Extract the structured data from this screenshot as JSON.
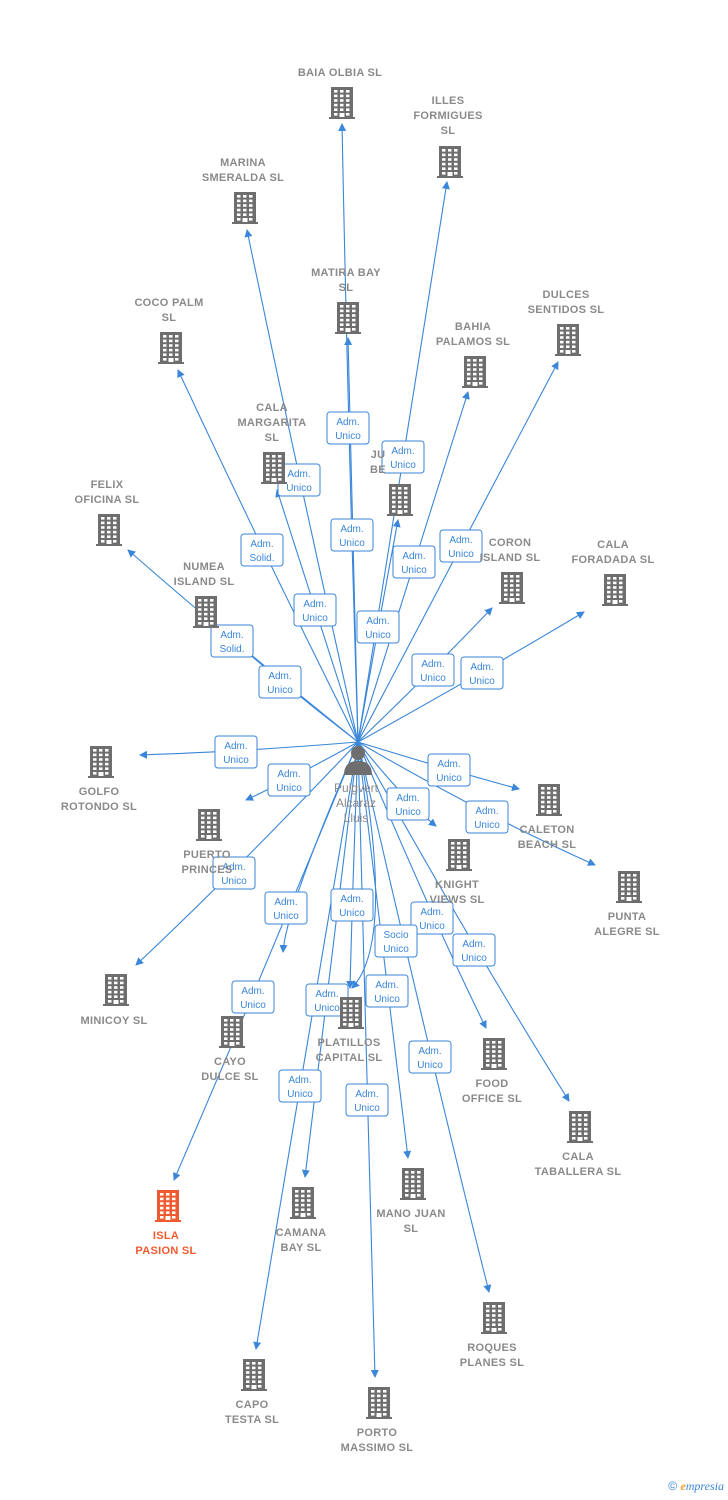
{
  "center": {
    "label": [
      "Puigvert",
      "Alcaraz",
      "Lluis"
    ]
  },
  "companies": [
    {
      "id": "baia",
      "label": [
        "BAIA OLBIA  SL"
      ]
    },
    {
      "id": "illes",
      "label": [
        "ILLES",
        "FORMIGUES",
        "SL"
      ]
    },
    {
      "id": "marina",
      "label": [
        "MARINA",
        "SMERALDA  SL"
      ]
    },
    {
      "id": "matira",
      "label": [
        "MATIRA BAY",
        "SL"
      ]
    },
    {
      "id": "dulces",
      "label": [
        "DULCES",
        "SENTIDOS  SL"
      ]
    },
    {
      "id": "coco",
      "label": [
        "COCO PALM",
        "SL"
      ]
    },
    {
      "id": "bahia",
      "label": [
        "BAHIA",
        "PALAMOS  SL"
      ]
    },
    {
      "id": "margarita",
      "label": [
        "CALA",
        "MARGARITA",
        "SL"
      ]
    },
    {
      "id": "jubeach",
      "label": [
        "JU",
        "BE"
      ]
    },
    {
      "id": "felix",
      "label": [
        "FELIX",
        "OFICINA SL"
      ]
    },
    {
      "id": "coron",
      "label": [
        "CORON",
        "ISLAND  SL"
      ]
    },
    {
      "id": "foradada",
      "label": [
        "CALA",
        "FORADADA  SL"
      ]
    },
    {
      "id": "numea",
      "label": [
        "NUMEA",
        "ISLAND  SL"
      ]
    },
    {
      "id": "golfo",
      "label": [
        "GOLFO",
        "ROTONDO  SL"
      ]
    },
    {
      "id": "caleton",
      "label": [
        "CALETON",
        "BEACH  SL"
      ]
    },
    {
      "id": "puerto",
      "label": [
        "PUERTO",
        "PRINCES"
      ]
    },
    {
      "id": "knight",
      "label": [
        "KNIGHT",
        "VIEWS  SL"
      ]
    },
    {
      "id": "punta",
      "label": [
        "PUNTA",
        "ALEGRE  SL"
      ]
    },
    {
      "id": "minicoy",
      "label": [
        "MINICOY  SL"
      ]
    },
    {
      "id": "cayo",
      "label": [
        "CAYO",
        "DULCE  SL"
      ]
    },
    {
      "id": "platillos",
      "label": [
        "PLATILLOS",
        "CAPITAL  SL"
      ]
    },
    {
      "id": "food",
      "label": [
        "FOOD",
        "OFFICE  SL"
      ]
    },
    {
      "id": "taballera",
      "label": [
        "CALA",
        "TABALLERA  SL"
      ]
    },
    {
      "id": "isla",
      "label": [
        "ISLA",
        "PASION  SL"
      ],
      "highlight": true
    },
    {
      "id": "camana",
      "label": [
        "CAMANA",
        "BAY  SL"
      ]
    },
    {
      "id": "manojuan",
      "label": [
        "MANO JUAN",
        "SL"
      ]
    },
    {
      "id": "roques",
      "label": [
        "ROQUES",
        "PLANES  SL"
      ]
    },
    {
      "id": "capo",
      "label": [
        "CAPO",
        "TESTA  SL"
      ]
    },
    {
      "id": "porto",
      "label": [
        "PORTO",
        "MASSIMO  SL"
      ]
    }
  ],
  "relations": [
    {
      "to": "baia",
      "label": [
        "Adm.",
        "Unico"
      ]
    },
    {
      "to": "illes",
      "label": [
        "Adm.",
        "Unico"
      ]
    },
    {
      "to": "marina",
      "label": [
        "Adm.",
        "Unico"
      ]
    },
    {
      "to": "matira",
      "label": [
        "Adm.",
        "Unico"
      ]
    },
    {
      "to": "dulces",
      "label": [
        "Adm.",
        "Unico"
      ]
    },
    {
      "to": "coco",
      "label": [
        "Adm.",
        "Solid."
      ]
    },
    {
      "to": "bahia",
      "label": [
        "Adm.",
        "Unico"
      ]
    },
    {
      "to": "margarita",
      "label": [
        "Adm.",
        "Unico"
      ]
    },
    {
      "to": "jubeach",
      "label": [
        "Adm.",
        "Unico"
      ]
    },
    {
      "to": "felix",
      "label": [
        "Adm.",
        "Solid."
      ]
    },
    {
      "to": "coron",
      "label": [
        "Adm.",
        "Unico"
      ]
    },
    {
      "to": "foradada",
      "label": [
        "Adm.",
        "Unico"
      ]
    },
    {
      "to": "numea",
      "label": [
        "Adm.",
        "Unico"
      ]
    },
    {
      "to": "golfo",
      "label": [
        "Adm.",
        "Unico"
      ]
    },
    {
      "to": "caleton",
      "label": [
        "Adm.",
        "Unico"
      ]
    },
    {
      "to": "puerto",
      "label": [
        "Adm.",
        "Unico"
      ]
    },
    {
      "to": "knight",
      "label": [
        "Adm.",
        "Unico"
      ]
    },
    {
      "to": "punta",
      "label": [
        "Adm.",
        "Unico"
      ]
    },
    {
      "to": "minicoy",
      "label": [
        "Adm.",
        "Unico"
      ]
    },
    {
      "to": "cayo",
      "label": [
        "Adm.",
        "Unico"
      ]
    },
    {
      "to": "platillos",
      "label": [
        "Adm.",
        "Unico"
      ]
    },
    {
      "to": "food",
      "label": [
        "Adm.",
        "Unico"
      ]
    },
    {
      "to": "taballera",
      "label": [
        "Adm.",
        "Unico"
      ]
    },
    {
      "to": "isla",
      "label": [
        "Adm.",
        "Unico"
      ]
    },
    {
      "to": "camana",
      "label": [
        "Adm.",
        "Unico"
      ]
    },
    {
      "to": "manojuan",
      "label": [
        "Adm.",
        "Unico"
      ]
    },
    {
      "to": "roques",
      "label": [
        "Adm.",
        "Unico"
      ]
    },
    {
      "to": "capo",
      "label": [
        "Adm.",
        "Unico"
      ]
    },
    {
      "to": "porto",
      "label": [
        "Adm.",
        "Unico"
      ]
    },
    {
      "to": "platillos",
      "label": [
        "Socio",
        "Unico"
      ]
    }
  ],
  "colors": {
    "edge": "#3a86d8",
    "building": "#6e6e6e",
    "highlight": "#f05a30",
    "text": "#8a8a8a"
  },
  "icons": {
    "company": "building-icon",
    "person": "person-icon"
  },
  "footer": {
    "copyright": "©",
    "brand_e": "e",
    "brand_rest": "mpresia"
  }
}
